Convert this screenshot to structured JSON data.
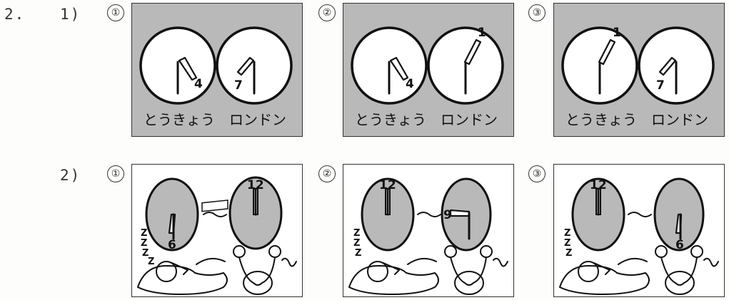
{
  "question_number": "2.",
  "part1": {
    "label": "1)",
    "items": [
      {
        "marker": "①",
        "clocks": [
          {
            "city": "とうきょう",
            "numeral": "4"
          },
          {
            "city": "ロンドン",
            "numeral": "7"
          }
        ]
      },
      {
        "marker": "②",
        "clocks": [
          {
            "city": "とうきょう",
            "numeral": "4"
          },
          {
            "city": "ロンドン",
            "numeral": "1"
          }
        ]
      },
      {
        "marker": "③",
        "clocks": [
          {
            "city": "とうきょう",
            "numeral": "1"
          },
          {
            "city": "ロンドン",
            "numeral": "7"
          }
        ]
      }
    ]
  },
  "part2": {
    "label": "2)",
    "items": [
      {
        "marker": "①",
        "clock_numerals": [
          "6",
          "12"
        ],
        "snore": [
          "Z",
          "Z",
          "Z",
          "Z"
        ]
      },
      {
        "marker": "②",
        "clock_numerals": [
          "12",
          "9"
        ],
        "snore": [
          "Z",
          "Z",
          "Z"
        ]
      },
      {
        "marker": "③",
        "clock_numerals": [
          "12",
          "6"
        ],
        "snore": [
          "Z",
          "Z",
          "Z"
        ]
      }
    ]
  }
}
